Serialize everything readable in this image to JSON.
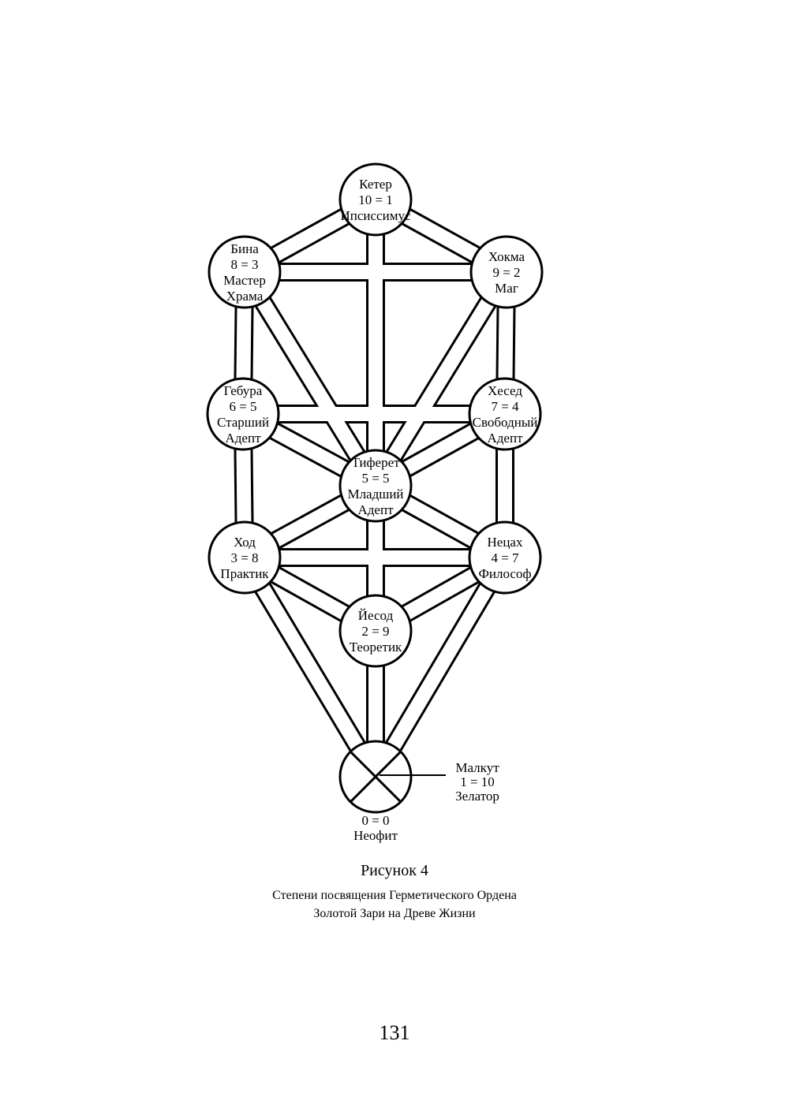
{
  "sephiroth": [
    {
      "id": "keter",
      "lines": [
        "Кетер",
        "10 = 1",
        "Ипсиссимус"
      ]
    },
    {
      "id": "binah",
      "lines": [
        "Бина",
        "8 = 3",
        "Мастер",
        "Храма"
      ]
    },
    {
      "id": "chokmah",
      "lines": [
        "Хокма",
        "9 = 2",
        "Маг"
      ]
    },
    {
      "id": "geburah",
      "lines": [
        "Гебура",
        "6 = 5",
        "Старший",
        "Адепт"
      ]
    },
    {
      "id": "chesed",
      "lines": [
        "Хесед",
        "7 = 4",
        "Свободный",
        "Адепт"
      ]
    },
    {
      "id": "tiphareth",
      "lines": [
        "Тиферет",
        "5 = 5",
        "Младший",
        "Адепт"
      ]
    },
    {
      "id": "hod",
      "lines": [
        "Ход",
        "3 = 8",
        "Практик"
      ]
    },
    {
      "id": "netzach",
      "lines": [
        "Нецах",
        "4 = 7",
        "Философ"
      ]
    },
    {
      "id": "yesod",
      "lines": [
        "Йесод",
        "2 = 9",
        "Теоретик"
      ]
    },
    {
      "id": "malkuth",
      "lines": []
    }
  ],
  "malkuth_label": [
    "Малкут",
    "1 = 10",
    "Зелатор"
  ],
  "neophyte_label": [
    "0 = 0",
    "Неофит"
  ],
  "caption": {
    "title": "Рисунок 4",
    "line1": "Степени посвящения Герметического Ордена",
    "line2": "Золотой Зари на Древе Жизни"
  },
  "page_number": "131"
}
